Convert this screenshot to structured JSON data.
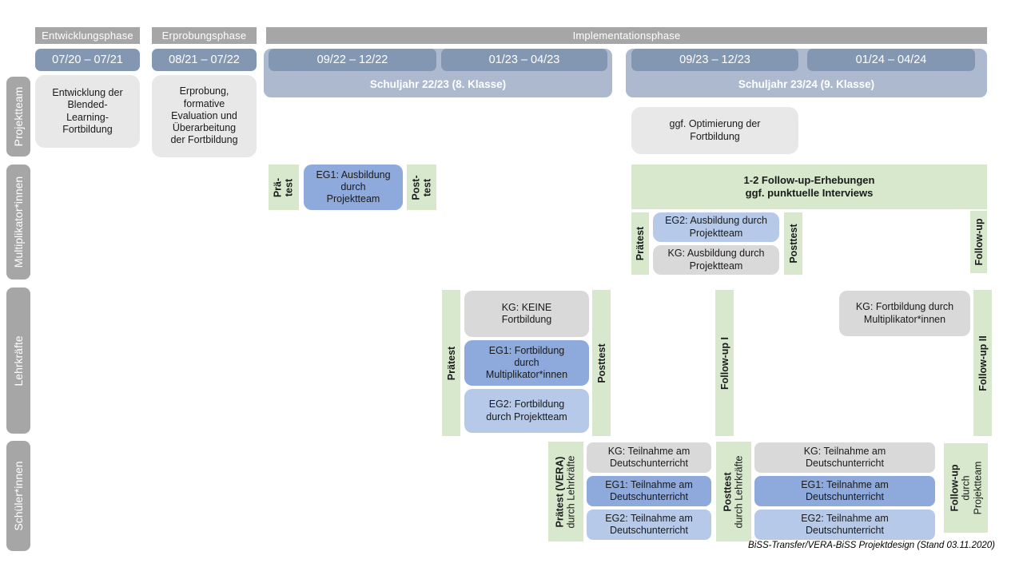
{
  "phases": {
    "entwicklung": "Entwicklungsphase",
    "erprobung": "Erprobungsphase",
    "implementation": "Implementationsphase"
  },
  "dates": {
    "d1": "07/20 – 07/21",
    "d2": "08/21 – 07/22",
    "d3": "09/22 – 12/22",
    "d4": "01/23 – 04/23",
    "d5": "09/23 – 12/23",
    "d6": "01/24 – 04/24"
  },
  "school_years": {
    "sy2223": "Schuljahr 22/23 (8. Klasse)",
    "sy2324": "Schuljahr 23/24 (9. Klasse)"
  },
  "row_labels": {
    "projektteam": "Projektteam",
    "multiplikatoren": "Multiplikator*innen",
    "lehrkraefte": "Lehrkräfte",
    "schueler": "Schüler*innen"
  },
  "projektteam": {
    "entwicklung": "Entwicklung der\nBlended-\nLearning-\nFortbildung",
    "erprobung": "Erprobung,\nformative\nEvaluation und\nÜberarbeitung\nder Fortbildung",
    "optimierung": "ggf. Optimierung der\nFortbildung"
  },
  "multiplikatoren": {
    "praetest1": "Prä-\ntest",
    "eg1": "EG1: Ausbildung\ndurch\nProjektteam",
    "posttest1": "Post-\ntest",
    "banner": "1-2 Follow-up-Erhebungen\nggf. punktuelle Interviews",
    "praetest2": "Prätest",
    "eg2": "EG2: Ausbildung durch\nProjektteam",
    "kg": "KG: Ausbildung durch\nProjektteam",
    "posttest2": "Posttest",
    "followup": "Follow-up"
  },
  "lehrkraefte": {
    "praetest": "Prätest",
    "kg": "KG: KEINE\nFortbildung",
    "eg1": "EG1: Fortbildung\ndurch\nMultiplikator*innen",
    "eg2": "EG2: Fortbildung\ndurch Projektteam",
    "posttest": "Posttest",
    "followup1": "Follow-up I",
    "kg2": "KG: Fortbildung durch\nMultiplikator*innen",
    "followup2": "Follow-up II"
  },
  "schueler": {
    "praetest_main": "Prätest (VERA)",
    "praetest_sub": "durch Lehrkräfte",
    "kg": "KG: Teilnahme am\nDeutschunterricht",
    "eg1": "EG1: Teilnahme am\nDeutschunterricht",
    "eg2": "EG2: Teilnahme am\nDeutschunterricht",
    "posttest_main": "Posttest",
    "posttest_sub": "durch Lehrkräfte",
    "kg2": "KG: Teilnahme am\nDeutschunterricht",
    "eg1b": "EG1: Teilnahme am\nDeutschunterricht",
    "eg2b": "EG2: Teilnahme am\nDeutschunterricht",
    "followup_main": "Follow-up",
    "followup_sub": "durch\nProjektteam"
  },
  "colors": {
    "header_gray": "#a6a6a6",
    "date_blue": "#8497b2",
    "band_blue": "#acb9ce",
    "eg1_blue": "#8ea9dc",
    "eg2_blue": "#b7c9e8",
    "kg_gray": "#d9d9d9",
    "light_gray": "#e9e8e8",
    "green": "#d7e8cd"
  },
  "caption": "BiSS-Transfer/VERA-BiSS Projektdesign (Stand 03.11.2020)"
}
